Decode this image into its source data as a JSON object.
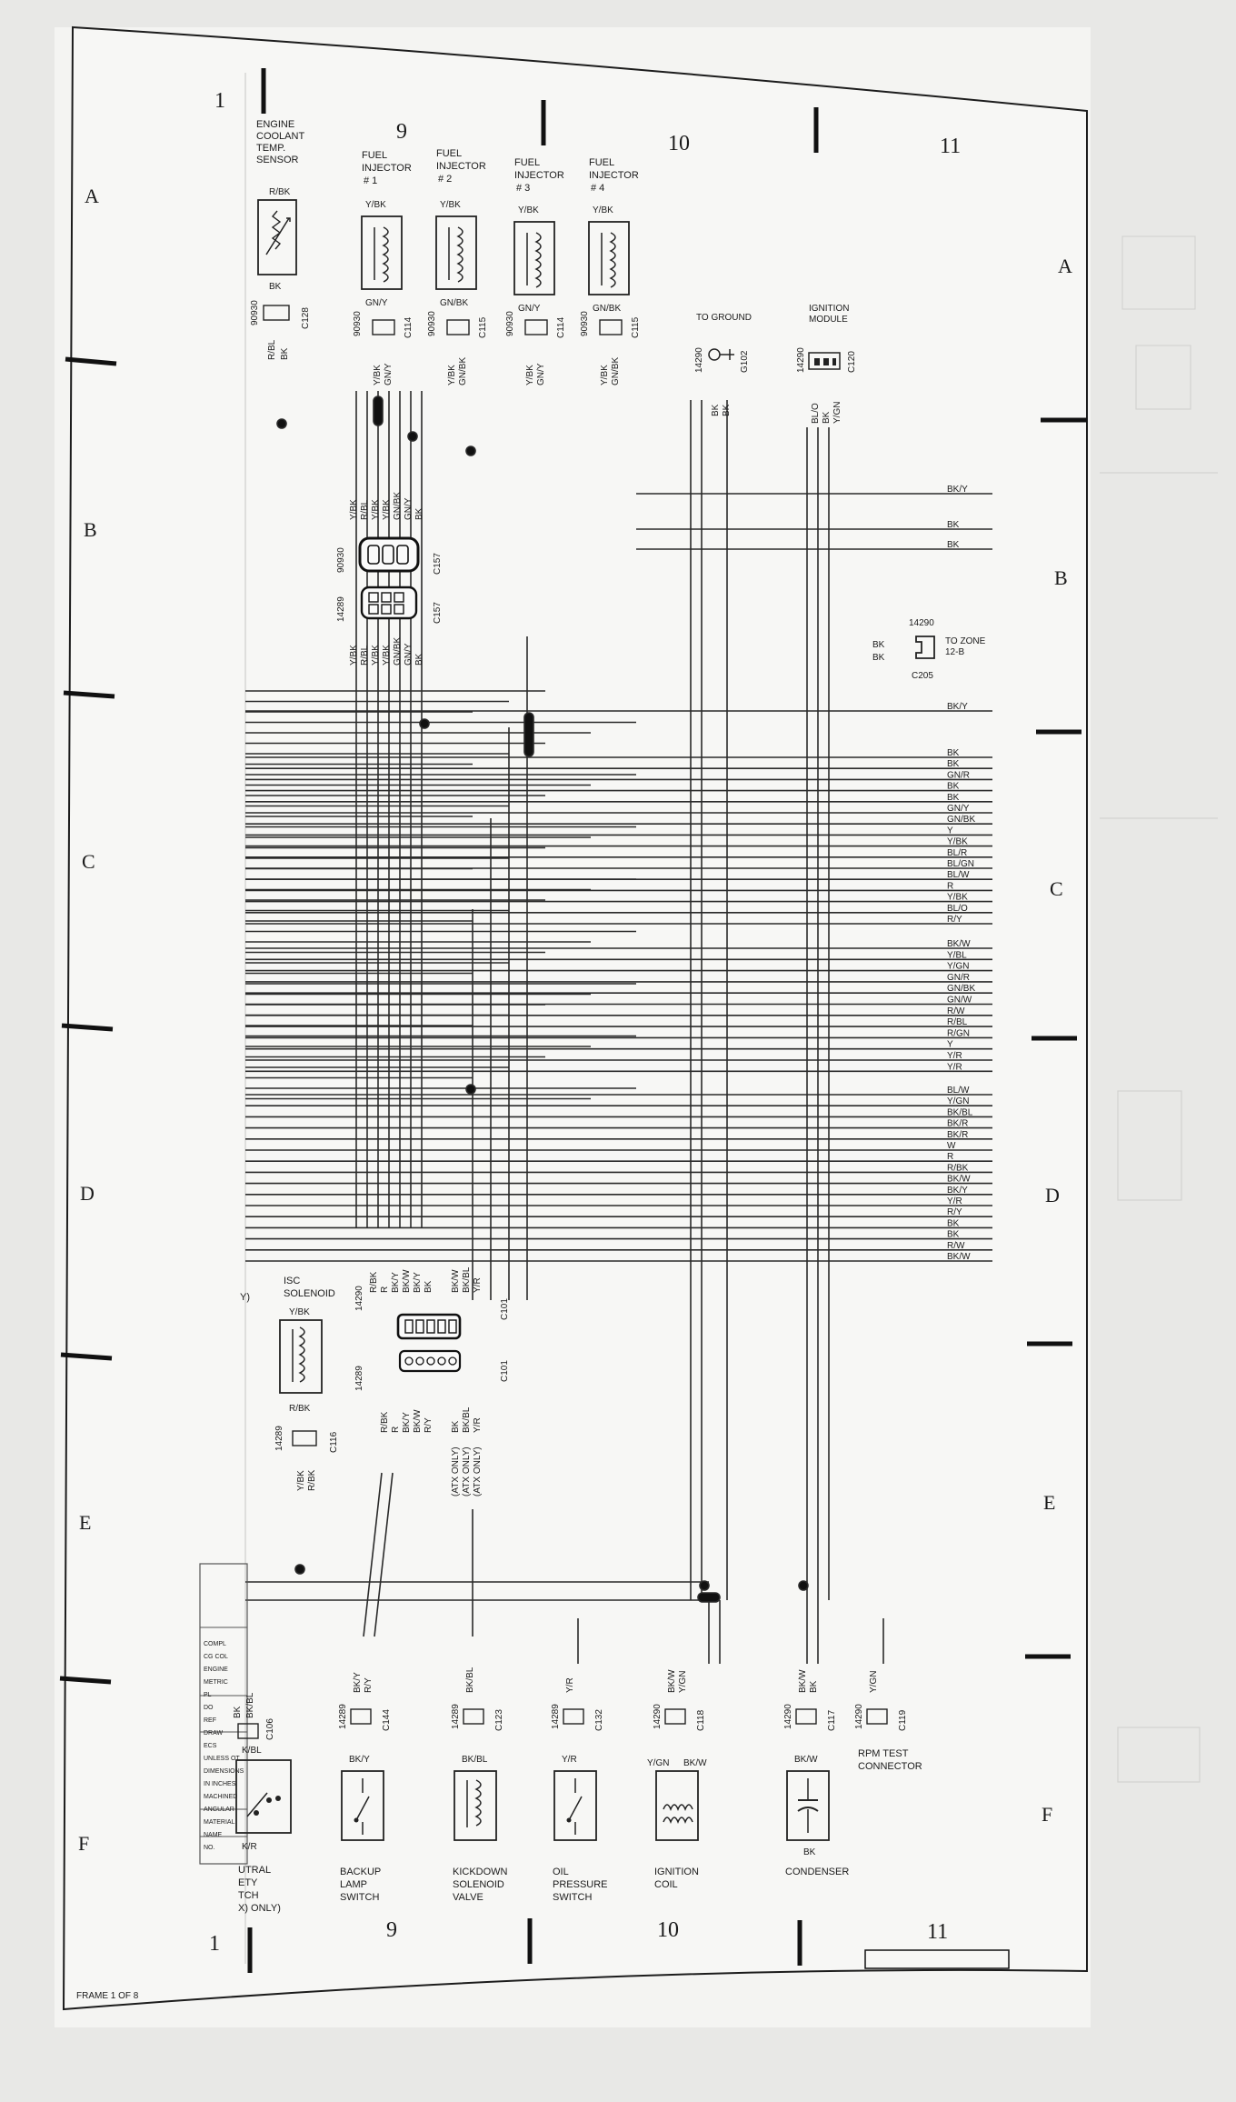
{
  "zone_labels_top": [
    "1",
    "9",
    "10",
    "11"
  ],
  "zone_labels_bottom": [
    "1",
    "9",
    "10",
    "11"
  ],
  "row_labels_left": [
    "A",
    "B",
    "C",
    "D",
    "E",
    "F"
  ],
  "row_labels_right": [
    "A",
    "B",
    "C",
    "D",
    "E",
    "F"
  ],
  "frame_label": "FRAME 1 OF 8",
  "components": {
    "ect": {
      "name": [
        "ENGINE",
        "COOLANT",
        "TEMP.",
        "SENSOR"
      ],
      "top_wire": "R/BK",
      "bottom_wire": "BK",
      "part": "90930",
      "conn": "C128",
      "wires": [
        "R/BL",
        "BK"
      ]
    },
    "inj1": {
      "name": [
        "FUEL",
        "INJECTOR",
        "# 1"
      ],
      "top_wire": "Y/BK",
      "bottom_wire": "GN/Y",
      "part": "90930",
      "conn": "C114",
      "wires": [
        "Y/BK",
        "GN/Y"
      ]
    },
    "inj2": {
      "name": [
        "FUEL",
        "INJECTOR",
        "# 2"
      ],
      "top_wire": "Y/BK",
      "bottom_wire": "GN/BK",
      "part": "90930",
      "conn": "C115",
      "wires": [
        "Y/BK",
        "GN/BK"
      ]
    },
    "inj3": {
      "name": [
        "FUEL",
        "INJECTOR",
        "# 3"
      ],
      "top_wire": "Y/BK",
      "bottom_wire": "GN/Y",
      "part": "90930",
      "conn": "C114",
      "wires": [
        "Y/BK",
        "GN/Y"
      ]
    },
    "inj4": {
      "name": [
        "FUEL",
        "INJECTOR",
        "# 4"
      ],
      "top_wire": "Y/BK",
      "bottom_wire": "GN/BK",
      "part": "90930",
      "conn": "C115",
      "wires": [
        "Y/BK",
        "GN/BK"
      ]
    },
    "ground": {
      "name": [
        "TO GROUND"
      ],
      "part": "14290",
      "conn": "G102",
      "wires": [
        "BK",
        "BK"
      ]
    },
    "ign_module": {
      "name": [
        "IGNITION",
        "MODULE"
      ],
      "part": "14290",
      "conn": "C120",
      "wires": [
        "BL/O",
        "BK",
        "Y/GN"
      ]
    },
    "c157": {
      "part_top": "90930",
      "part_bottom": "14289",
      "conn": "C157",
      "wires_top": [
        "Y/BK",
        "R/BL",
        "Y/BK",
        "Y/BK",
        "GN/BK",
        "GN/Y",
        "BK"
      ],
      "wires_bottom": [
        "Y/BK",
        "R/BL",
        "Y/BK",
        "Y/BK",
        "GN/BK",
        "GN/Y",
        "BK"
      ]
    },
    "c205": {
      "part": "14290",
      "conn": "C205",
      "text": [
        "TO ZONE",
        "12-B"
      ],
      "wires": [
        "BK",
        "BK"
      ]
    },
    "isc": {
      "name": [
        "ISC",
        "SOLENOID"
      ],
      "top_wire": "Y/BK",
      "bottom_wire": "R/BK",
      "part": "14289",
      "conn": "C116",
      "wires": [
        "Y/BK",
        "R/BK"
      ],
      "partial": "Y)"
    },
    "c101": {
      "part_top": "14290",
      "part_bottom": "14289",
      "conn": "C101",
      "wires_top": [
        "R/BK",
        "R",
        "BK/Y",
        "BK/W",
        "BK/Y",
        "BK",
        "BK/W",
        "BK/BL",
        "Y/R"
      ],
      "wires_bottom": [
        "R/BK",
        "R",
        "BK/Y",
        "BK/W",
        "R/Y",
        "BK",
        "BK/BL",
        "Y/R"
      ],
      "notes": [
        "(ATX ONLY)",
        "(ATX ONLY)",
        "(ATX ONLY)"
      ]
    },
    "backup": {
      "name": [
        "BACKUP",
        "LAMP",
        "SWITCH"
      ],
      "top_wire": "BK/Y",
      "part": "14289",
      "conn": "C144",
      "wires": [
        "BK/Y",
        "R/Y"
      ]
    },
    "kickdown": {
      "name": [
        "KICKDOWN",
        "SOLENOID",
        "VALVE"
      ],
      "top_wire": "BK/BL",
      "part": "14289",
      "conn": "C123",
      "wires": [
        "BK/BL"
      ]
    },
    "oil": {
      "name": [
        "OIL",
        "PRESSURE",
        "SWITCH"
      ],
      "top_wire": "Y/R",
      "part": "14289",
      "conn": "C132",
      "wires": [
        "Y/R"
      ]
    },
    "coil": {
      "name": [
        "IGNITION",
        "COIL"
      ],
      "wires_top": [
        "Y/GN",
        "BK/W"
      ],
      "part": "14290",
      "conn": "C118",
      "wires": [
        "BK/W",
        "Y/GN"
      ]
    },
    "condenser": {
      "name": [
        "CONDENSER"
      ],
      "top_wire": "BK/W",
      "bottom_wire": "BK",
      "part": "14290",
      "conn": "C117",
      "wires": [
        "BK/W",
        "BK"
      ]
    },
    "rpm": {
      "name": [
        "RPM TEST",
        "CONNECTOR"
      ],
      "part": "14290",
      "conn": "C119",
      "wires": [
        "Y/GN"
      ]
    },
    "neutral": {
      "name": [
        "UTRAL",
        "ETY",
        "TCH",
        "X) ONLY)"
      ],
      "part": "C106",
      "wires": [
        "BK",
        "BK/BL"
      ],
      "bottom_wires": [
        "K/BL",
        "K/R"
      ]
    }
  },
  "right_wires": [
    "BK/Y",
    "BK",
    "BK",
    "BK/Y",
    "BK",
    "BK",
    "GN/R",
    "BK",
    "BK",
    "GN/Y",
    "GN/BK",
    "Y",
    "Y/BK",
    "BL/R",
    "BL/GN",
    "BL/W",
    "R",
    "Y/BK",
    "BL/O",
    "R/Y",
    "BK/W",
    "Y/BL",
    "Y/GN",
    "GN/R",
    "GN/BK",
    "GN/W",
    "R/W",
    "R/BL",
    "R/GN",
    "Y",
    "Y/R",
    "Y/R",
    "BL/W",
    "Y/GN",
    "BK/BL",
    "BK/R",
    "BK/R",
    "W",
    "R",
    "R/BK",
    "BK/W",
    "BK/Y",
    "Y/R",
    "R/Y",
    "BK",
    "BK",
    "R/W",
    "BK/W"
  ],
  "title_block": {
    "lines": [
      "COMPL",
      "CG COL",
      "ENGINE",
      "METRIC",
      "PL",
      "DO",
      "REF",
      "DRAW",
      "ECS",
      "UNLESS OT",
      "DIMENSIONS",
      "IN INCHES",
      "MACHINED",
      "ANGULAR",
      "MATERIAL",
      "NAME",
      "NO."
    ]
  }
}
